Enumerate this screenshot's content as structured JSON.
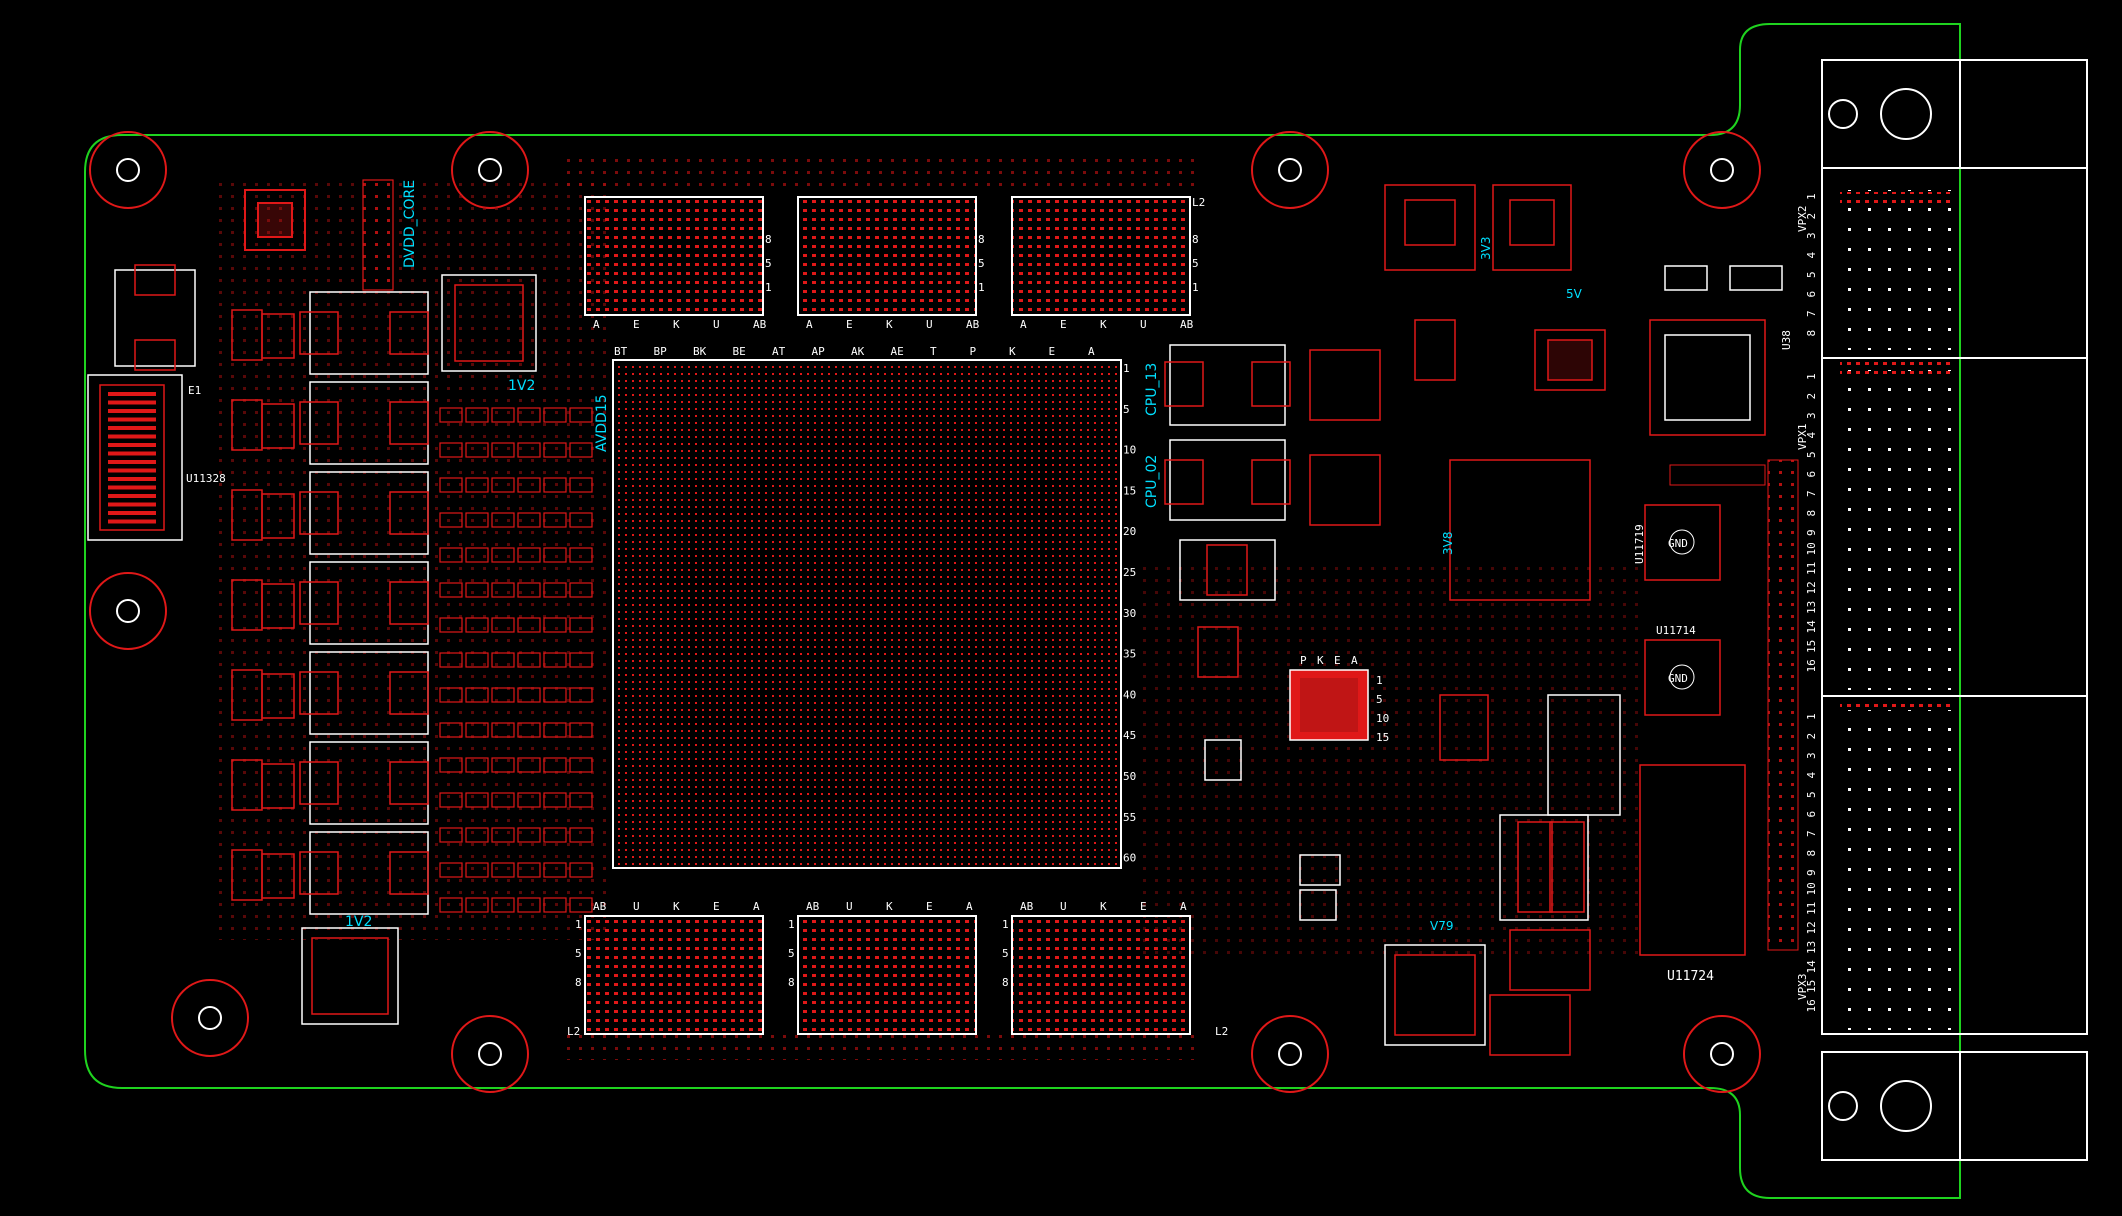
{
  "colors": {
    "background": "#000000",
    "outline": "#1fd31f",
    "copper": "#e01818",
    "silkscreen": "#ffffff",
    "net_label": "#00e0ff"
  },
  "net_labels": {
    "dvdd_core": "DVDD_CORE",
    "v1_top": "1V2",
    "v1_bottom": "1V2",
    "avdd": "AVDD15",
    "cpu13": "CPU_13",
    "cpu02": "CPU_02",
    "v3v3_a": "3V3",
    "v5": "5V",
    "v3v8": "3V8",
    "v_bottom": "V79"
  },
  "refdes": {
    "u11328": "U11328",
    "u11719": "U11719",
    "u11714": "U11714",
    "u11724": "U11724",
    "u38": "U38",
    "j1": "VPX1",
    "j2": "VPX2",
    "j3": "VPX3",
    "gnd1": "GND",
    "gnd2": "GND",
    "e1": "E1"
  },
  "bga_top_cols": [
    "BT",
    "BP",
    "BK",
    "BE",
    "AT",
    "AP",
    "AK",
    "AE",
    "T",
    "P",
    "K",
    "E",
    "A"
  ],
  "bga_right_rows": [
    "1",
    "5",
    "10",
    "15",
    "20",
    "25",
    "30",
    "35",
    "40",
    "45",
    "50",
    "55",
    "60"
  ],
  "dram_top_letters": [
    "A",
    "E",
    "K",
    "U",
    "AB"
  ],
  "dram_bottom_letters": [
    "AB",
    "U",
    "K",
    "E",
    "A"
  ],
  "dram_side_nums": [
    "8",
    "5",
    "1"
  ],
  "dram_corner_num": "L2",
  "dram_side_b": [
    "1",
    "5",
    "8"
  ],
  "connector_pins": [
    "1",
    "2",
    "3",
    "4",
    "5",
    "6",
    "7",
    "8",
    "9",
    "10",
    "11",
    "12",
    "13",
    "14",
    "15",
    "16"
  ],
  "small_chip_letters": [
    "P",
    "K",
    "E",
    "A"
  ],
  "small_chip_nums": [
    "1",
    "5",
    "10",
    "15"
  ]
}
